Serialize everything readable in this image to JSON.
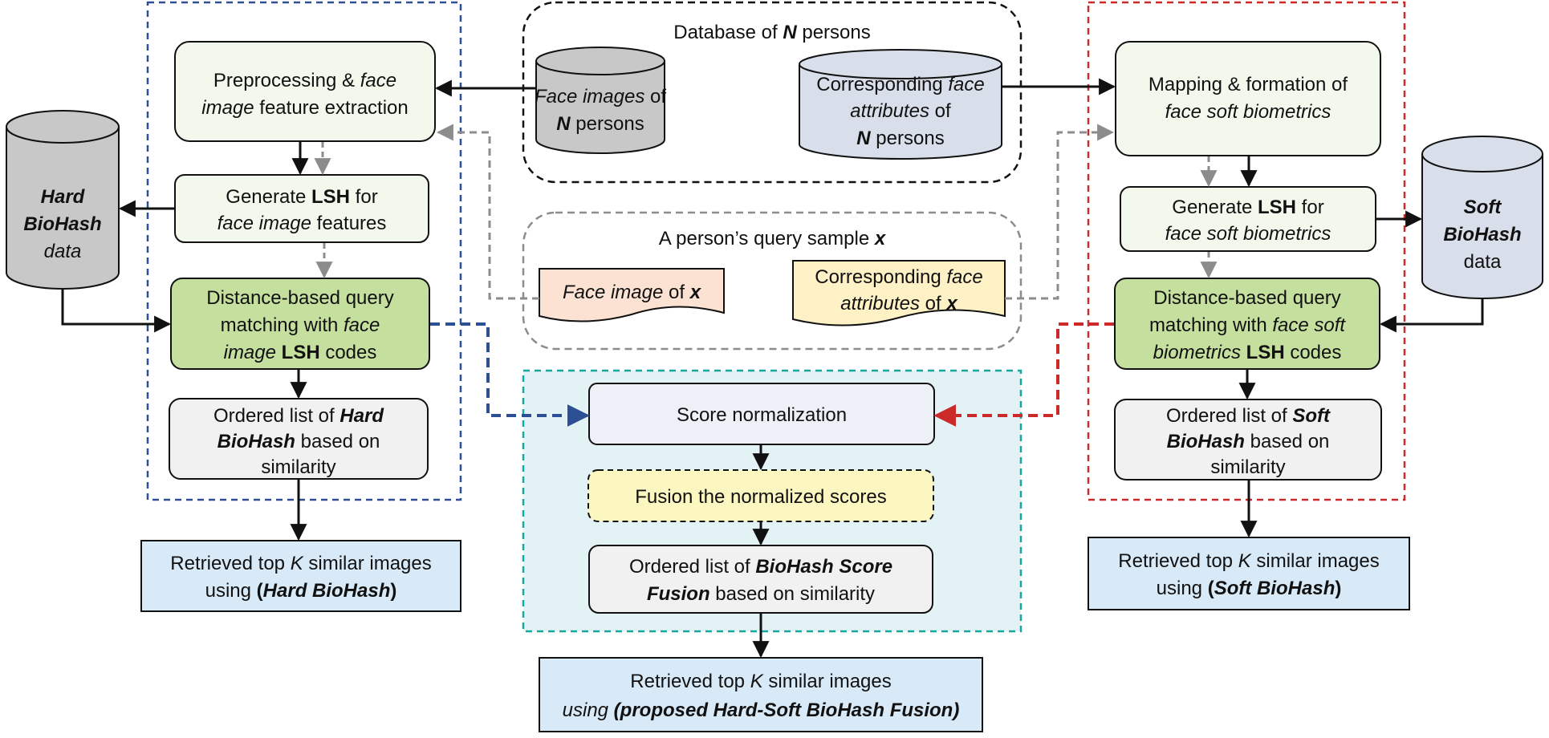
{
  "colors": {
    "left_region_border": "#2d4f93",
    "right_region_border": "#cc2a2a",
    "center_region_border": "#1aa6a0",
    "center_region_fill": "#e3f2f5",
    "greenish_box": "#f3f8ec",
    "green_box": "#c5df9e",
    "gray_box": "#f1f1f1",
    "pink_box": "#eef0f8",
    "yellow_box": "#fcf6c1",
    "result_box": "#d8e9f7",
    "hard_cylinder": "#c8c8c8",
    "soft_cylinder": "#d9dfea",
    "query_face_doc": "#fbe2d2",
    "query_attr_doc": "#fdf1c5",
    "blue_arrow": "#2d4f93",
    "red_arrow": "#cc2a2a",
    "gray_arrow": "#8c8c8c"
  },
  "database": {
    "title_pre": "Database of ",
    "title_var": "N",
    "title_post": "  persons",
    "face_images": {
      "line1_italic": "Face images",
      "line1_post": " of",
      "line2_var": "N",
      "line2_post": "  persons"
    },
    "face_attributes": {
      "line1_pre": "Corresponding ",
      "line1_italic": "face",
      "line2_italic": "attributes",
      "line2_post": " of",
      "line3_var": "N",
      "line3_post": "  persons"
    }
  },
  "query": {
    "title_pre": "A person’s query sample ",
    "title_var": "x",
    "face_image": {
      "italic": "Face image",
      "mid": " of ",
      "var": "x"
    },
    "face_attributes": {
      "line1_pre": "Corresponding ",
      "line1_italic": "face",
      "line2_italic": "attributes",
      "line2_mid": " of ",
      "line2_var": "x"
    }
  },
  "left": {
    "preprocess": {
      "line1_pre": "Preprocessing & ",
      "line1_italic": "face",
      "line2_italic": "image",
      "line2_post": " feature extraction"
    },
    "lsh": {
      "line1_pre": "Generate ",
      "line1_bold": "LSH",
      "line1_post": " for",
      "line2_italic": "face image",
      "line2_post": " features"
    },
    "matching": {
      "line1": "Distance-based query",
      "line2_pre": "matching with ",
      "line2_italic": "face",
      "line3_italic": "image",
      "line3_bold": " LSH",
      "line3_post": " codes"
    },
    "ordered": {
      "line1_pre": "Ordered list of ",
      "line1_bi": "Hard",
      "line2_bi": "BioHash",
      "line2_post": "  based on",
      "line3": "similarity"
    },
    "cylinder": {
      "line1_bi": "Hard",
      "line2_bi": "BioHash",
      "line3_i": "data"
    },
    "result": {
      "line1_pre": "Retrieved top ",
      "line1_i": "K",
      "line1_post": " similar images",
      "line2_pre": "using ",
      "line2_b": "(",
      "line2_bi": "Hard BioHash",
      "line2_b2": ")"
    }
  },
  "right": {
    "mapping": {
      "line1": "Mapping & formation of",
      "line2_italic": "face soft biometrics"
    },
    "lsh": {
      "line1_pre": "Generate ",
      "line1_bold": "LSH",
      "line1_post": " for",
      "line2_italic": "face soft biometrics"
    },
    "matching": {
      "line1": "Distance-based query",
      "line2_pre": "matching with ",
      "line2_italic": "face soft",
      "line3_italic": "biometrics",
      "line3_bold": " LSH",
      "line3_post": " codes"
    },
    "ordered": {
      "line1_pre": "Ordered list of ",
      "line1_bi": "Soft",
      "line2_bi": "BioHash",
      "line2_post": "  based on",
      "line3": "similarity"
    },
    "cylinder": {
      "line1_bi": "Soft",
      "line2_bi": "BioHash",
      "line3": "data"
    },
    "result": {
      "line1_pre": "Retrieved top ",
      "line1_i": "K",
      "line1_post": " similar images",
      "line2_pre": "using ",
      "line2_b": "(",
      "line2_bi": "Soft BioHash",
      "line2_b2": ")"
    }
  },
  "center": {
    "score_norm": "Score normalization",
    "fusion": "Fusion the normalized scores",
    "ordered": {
      "line1_pre": "Ordered list of ",
      "line1_bi": "BioHash Score",
      "line2_bi": "Fusion",
      "line2_post": " based on similarity"
    },
    "result": {
      "line1_pre": "Retrieved top ",
      "line1_i": "K",
      "line1_post": " similar images",
      "line2_i": "using",
      "line2_bi": " (proposed Hard-Soft BioHash Fusion)"
    }
  }
}
